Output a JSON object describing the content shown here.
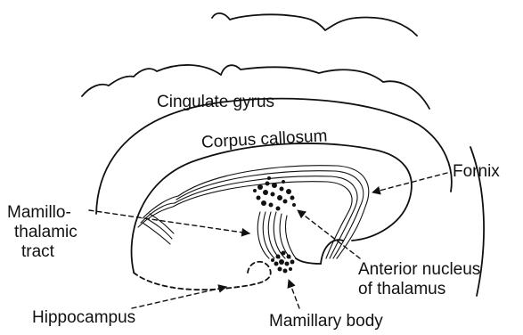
{
  "diagram": {
    "labels": {
      "cingulate_gyrus": "Cingulate gyrus",
      "corpus_callosum": "Corpus callosum",
      "fornix": "Fornix",
      "mamillothalamic_tract": [
        "Mamillo-",
        "thalamic",
        "tract"
      ],
      "anterior_nucleus": [
        "Anterior nucleus",
        "of thalamus"
      ],
      "hippocampus": "Hippocampus",
      "mamillary_body": "Mamillary body"
    },
    "colors": {
      "ink": "#111111",
      "background": "#ffffff"
    }
  }
}
